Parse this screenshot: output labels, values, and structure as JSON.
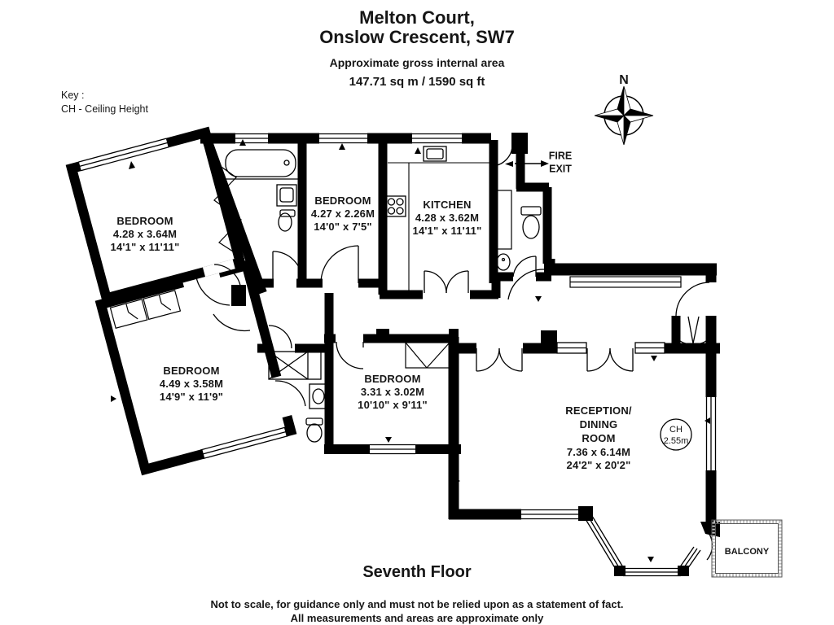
{
  "header": {
    "title_line1": "Melton Court,",
    "title_line2": "Onslow Crescent, SW7",
    "subtitle": "Approximate gross internal area",
    "area": "147.71 sq m /  1590 sq ft"
  },
  "key": {
    "label": "Key :",
    "ceiling_height": "CH - Ceiling Height"
  },
  "compass": {
    "north": "N"
  },
  "fire_exit": {
    "line1": "FIRE",
    "line2": "EXIT"
  },
  "rooms": {
    "bedroom_top_left": {
      "name": "BEDROOM",
      "metric": "4.28 x 3.64M",
      "imperial": "14'1\" x 11'11\""
    },
    "bedroom_mid_top": {
      "name": "BEDROOM",
      "metric": "4.27 x 2.26M",
      "imperial": "14'0\" x 7'5\""
    },
    "kitchen": {
      "name": "KITCHEN",
      "metric": "4.28 x 3.62M",
      "imperial": "14'1\" x 11'11\""
    },
    "bedroom_lower_left": {
      "name": "BEDROOM",
      "metric": "4.49 x 3.58M",
      "imperial": "14'9\" x 11'9\""
    },
    "bedroom_small": {
      "name": "BEDROOM",
      "metric": "3.31 x 3.02M",
      "imperial": "10'10\" x 9'11\""
    },
    "reception": {
      "name1": "RECEPTION/",
      "name2": "DINING",
      "name3": "ROOM",
      "metric": "7.36 x 6.14M",
      "imperial": "24'2\" x 20'2\""
    },
    "balcony": {
      "name": "BALCONY"
    }
  },
  "annotations": {
    "ch_label": "CH",
    "ch_value": "2.55m"
  },
  "footer": {
    "floor": "Seventh Floor",
    "disclaimer1": "Not to scale, for guidance only and must not be relied upon as a statement of fact.",
    "disclaimer2": "All measurements and areas are approximate only"
  },
  "colors": {
    "wall": "#000000",
    "background": "#ffffff",
    "balcony_hatch": "#aaaaaa"
  }
}
